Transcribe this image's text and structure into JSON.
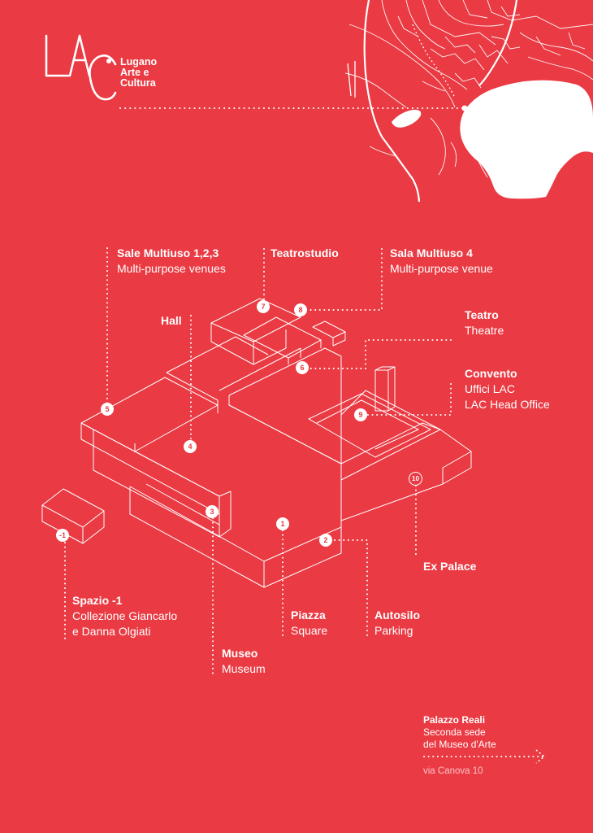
{
  "colors": {
    "background": "#ea3a43",
    "foreground": "#ffffff"
  },
  "logo": {
    "mark": "LAC",
    "lines": [
      "Lugano",
      "Arte e",
      "Cultura"
    ]
  },
  "labels": {
    "sale_multiuso": {
      "title": "Sale Multiuso 1,2,3",
      "subtitle": "Multi-purpose venues"
    },
    "teatrostudio": {
      "title": "Teatrostudio"
    },
    "sala_multiuso_4": {
      "title": "Sala Multiuso 4",
      "subtitle": "Multi-purpose venue"
    },
    "hall": {
      "title": "Hall"
    },
    "teatro": {
      "title": "Teatro",
      "subtitle": "Theatre"
    },
    "convento": {
      "title": "Convento",
      "subtitle": "Uffici LAC",
      "subtitle2": "LAC Head Office"
    },
    "ex_palace": {
      "title": "Ex Palace"
    },
    "spazio": {
      "title": "Spazio -1",
      "subtitle": "Collezione Giancarlo",
      "subtitle2": "e Danna Olgiati"
    },
    "piazza": {
      "title": "Piazza",
      "subtitle": "Square"
    },
    "autosilo": {
      "title": "Autosilo",
      "subtitle": "Parking"
    },
    "museo": {
      "title": "Museo",
      "subtitle": "Museum"
    }
  },
  "markers": [
    "7",
    "8",
    "6",
    "5",
    "4",
    "9",
    "10",
    "3",
    "1",
    "2",
    "-1"
  ],
  "palazzo_reali": {
    "title": "Palazzo Reali",
    "line1": "Seconda sede",
    "line2": "del Museo d'Arte",
    "address": "via Canova 10",
    "arrow_icon": "arrow-right-icon"
  }
}
